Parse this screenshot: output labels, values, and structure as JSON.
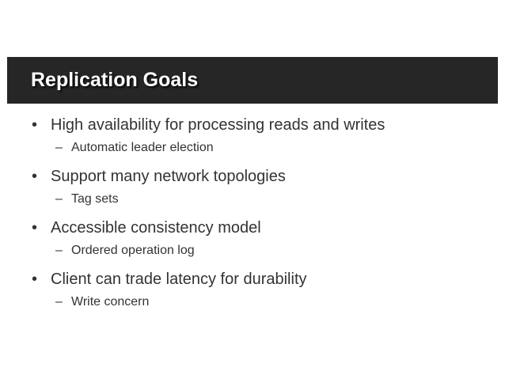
{
  "slide": {
    "title": "Replication Goals",
    "bullet_marker": "•",
    "sub_marker": "–",
    "items": [
      {
        "text": "High availability for processing reads and writes",
        "sub": "Automatic leader election"
      },
      {
        "text": "Support many network topologies",
        "sub": "Tag sets"
      },
      {
        "text": "Accessible consistency model",
        "sub": "Ordered operation log"
      },
      {
        "text": "Client can trade latency for durability",
        "sub": "Write concern"
      }
    ]
  }
}
